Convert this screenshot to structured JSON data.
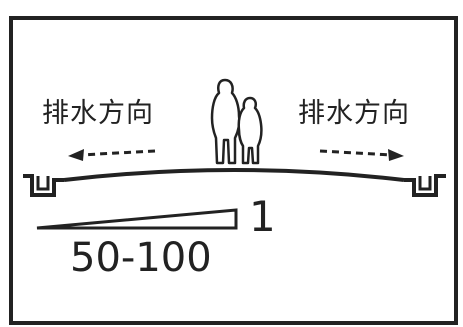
{
  "labels": {
    "drainage_left": "排水方向",
    "drainage_right": "排水方向"
  },
  "slope": {
    "rise": "1",
    "run": "50-100"
  },
  "colors": {
    "ink": "#222222",
    "background": "#ffffff"
  }
}
